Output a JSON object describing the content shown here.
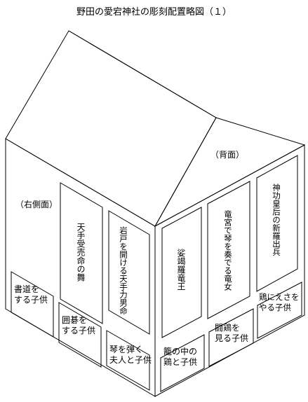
{
  "title": "野田の愛宕神社の彫刻配置略図（１）",
  "labels": {
    "right_side": "（右側面）",
    "back": "（背面）"
  },
  "right_side_panels": {
    "tenju_dance": "天手受売命の舞",
    "iwato": "岩戸を開ける天手力男命"
  },
  "back_panels": {
    "shara": "娑竭羅竜王",
    "ryugu_koto": "竜宮で琴を奏でる竜女",
    "jingu": "神功皇后の新羅出兵"
  },
  "right_side_small": {
    "shodo": "書道を\nする子供",
    "igo": "囲碁を\nする子供",
    "koto": "琴を弾く\n夫人と子供"
  },
  "back_small": {
    "kago": "籠の中の\n鶏と子供",
    "toukei": "闘鶏を\n見る子供",
    "esa": "鶏にえさを\nやる子供"
  }
}
